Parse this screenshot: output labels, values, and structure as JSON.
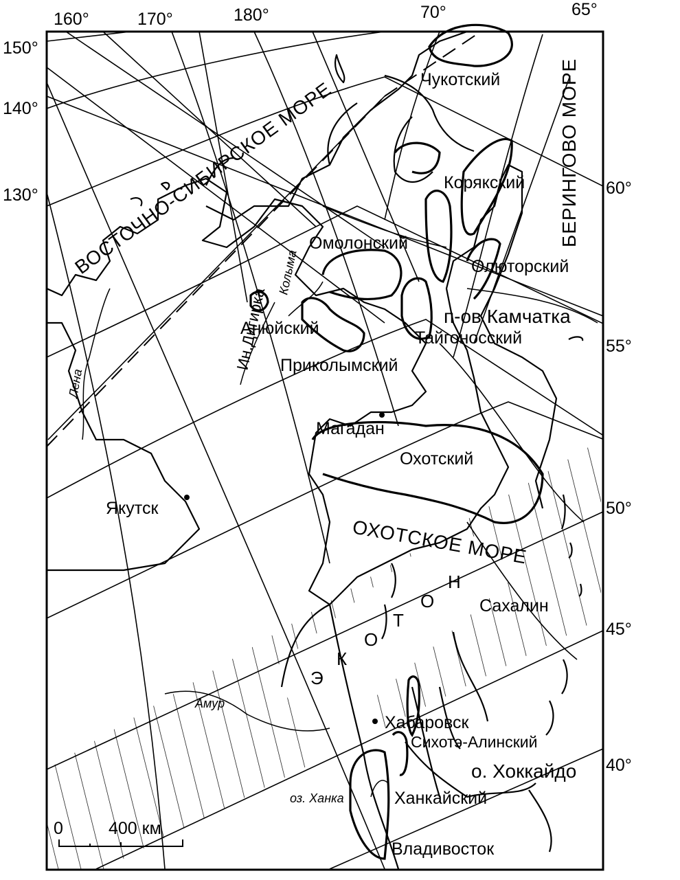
{
  "map": {
    "top_ticks": [
      "160°",
      "170°",
      "180°",
      "70°",
      "65°"
    ],
    "left_ticks": [
      "150°",
      "140°",
      "130°"
    ],
    "right_ticks": [
      "60°",
      "55°",
      "50°",
      "45°",
      "40°"
    ],
    "seas": {
      "east_siberian": "ВОСТОЧНО-СИБИРСКОЕ МОРЕ",
      "bering": "БЕРИНГОВО МОРЕ",
      "okhotsk": "ОХОТСКОЕ МОРЕ"
    },
    "rivers": {
      "lena": "Лена",
      "indigirka": "Ин.Дигирка",
      "kolyma": "Колыма",
      "amur": "Амур",
      "khanka_lake": "оз. Ханка"
    },
    "cities": {
      "yakutsk": "Якутск",
      "magadan": "Магадан",
      "khabarovsk": "Хабаровск",
      "vladivostok": "Владивосток"
    },
    "regions": {
      "chukotsky": "Чукотский",
      "koryaksky": "Корякский",
      "omolonsky": "Омолонский",
      "olyutorsky": "Олюторский",
      "kamchatka": "п-ов Камчатка",
      "anyuysky": "Анюйский",
      "taigonossky": "Тайгоносский",
      "prikolymsky": "Приколымский",
      "okhotsky": "Охотский",
      "sakhalin": "Сахалин",
      "sikhote_alinsky": "Сихотэ-Алинский",
      "hokkaido": "о. Хоккайдо",
      "khankaysky": "Ханкайский"
    },
    "ecotone": [
      "Э",
      "К",
      "О",
      "Т",
      "О",
      "Н"
    ],
    "scale": {
      "zero": "0",
      "label": "400 км"
    }
  }
}
